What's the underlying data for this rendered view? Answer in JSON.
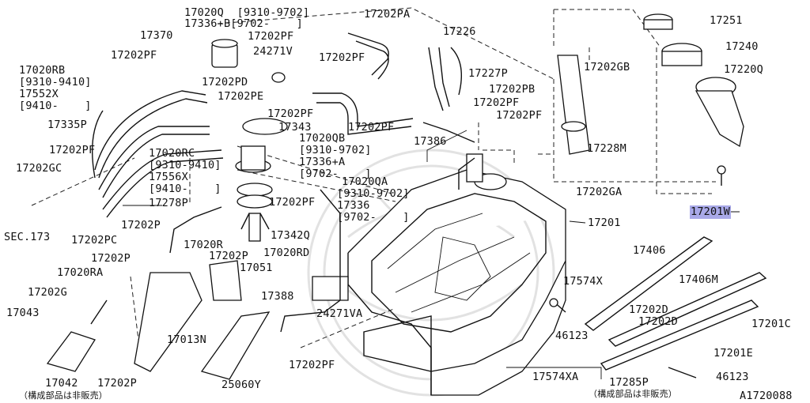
{
  "diagram_code": "A1720088",
  "note_left": "（構成部品は非販売）",
  "note_right": "（構成部品は非販売）",
  "highlighted_part": "17201W",
  "labels": {
    "l1": "17020Q  [9310-9702]",
    "l2": "17336+B[9702-    ]",
    "l3": "17370",
    "l4": "17202PF",
    "l5": "24271V",
    "l6": "17202PA",
    "l7": "17226",
    "l8": "17202PF",
    "l9": "17202PF",
    "l10": "17202PD",
    "l11": "17227P",
    "l12": "17202PB",
    "l13": "17020RB\n[9310-9410]\n17552X\n[9410-    ]",
    "l14": "17202PE",
    "l15": "17202PF",
    "l16": "17202PF",
    "l17": "17335P",
    "l18": "17343",
    "l19": "17202PF",
    "l20": "17386",
    "l21": "17020QB\n[9310-9702]\n17336+A\n[9702-    ]",
    "l22": "17202PF",
    "l23": "17020RC\n[9310-9410]\n17556X\n[9410-    ]",
    "l24": "17202GC",
    "l25": "17020QA",
    "l26": "17202PF",
    "l27": "[9310-9702]\n17336\n[9702-    ]",
    "l28": "17278P",
    "l29": "17201",
    "l30": "SEC.173",
    "l31": "17202PC",
    "l32": "17202P",
    "l33": "17342Q",
    "l34": "17020R",
    "l35": "17202P",
    "l36": "17020RD",
    "l37": "17051",
    "l38": "17202P",
    "l39": "17020RA",
    "l40": "17202G",
    "l41": "17043",
    "l42": "17388",
    "l43": "24271VA",
    "l44": "17013N",
    "l45": "17202PF",
    "l46": "17042",
    "l47": "17202P",
    "l48": "25060Y",
    "l49": "17574XA",
    "l50": "17285P",
    "l51": "17574X",
    "l52": "46123",
    "l53": "17406",
    "l54": "17406M",
    "l55": "17202D",
    "l56": "17202D",
    "l57": "17201C",
    "l58": "17201E",
    "l59": "46123",
    "l60": "17251",
    "l61": "17240",
    "l62": "17220Q",
    "l63": "17202GB",
    "l64": "17228M",
    "l65": "17202GA"
  }
}
